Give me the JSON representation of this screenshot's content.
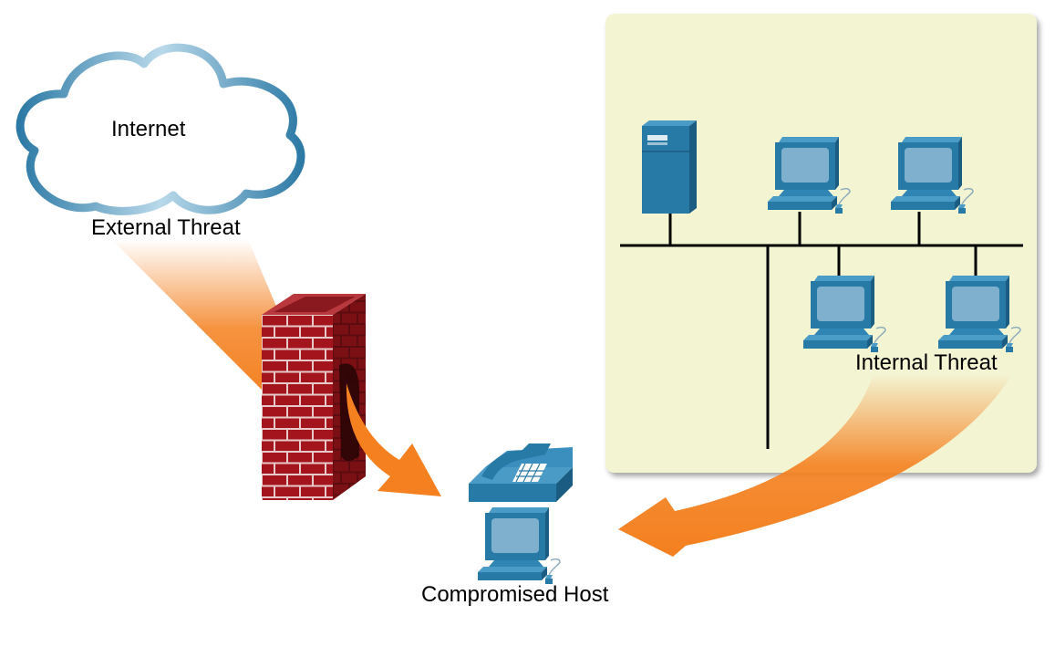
{
  "labels": {
    "internet": "Internet",
    "external_threat": "External Threat",
    "internal_threat": "Internal Threat",
    "compromised_host": "Compromised Host"
  },
  "colors": {
    "lan_background": "#f3f4d2",
    "device_blue": "#2779a6",
    "screen_blue": "#7fb1cf",
    "cloud_outline": "#3b86ad",
    "firewall_red": "#a3141c",
    "threat_orange": "#f4801f",
    "bus_line": "#000000"
  },
  "icons": {
    "cloud": "cloud-icon",
    "firewall": "brick-wall-icon",
    "server": "server-icon",
    "workstation": "desktop-computer-icon",
    "phone": "ip-phone-icon"
  }
}
